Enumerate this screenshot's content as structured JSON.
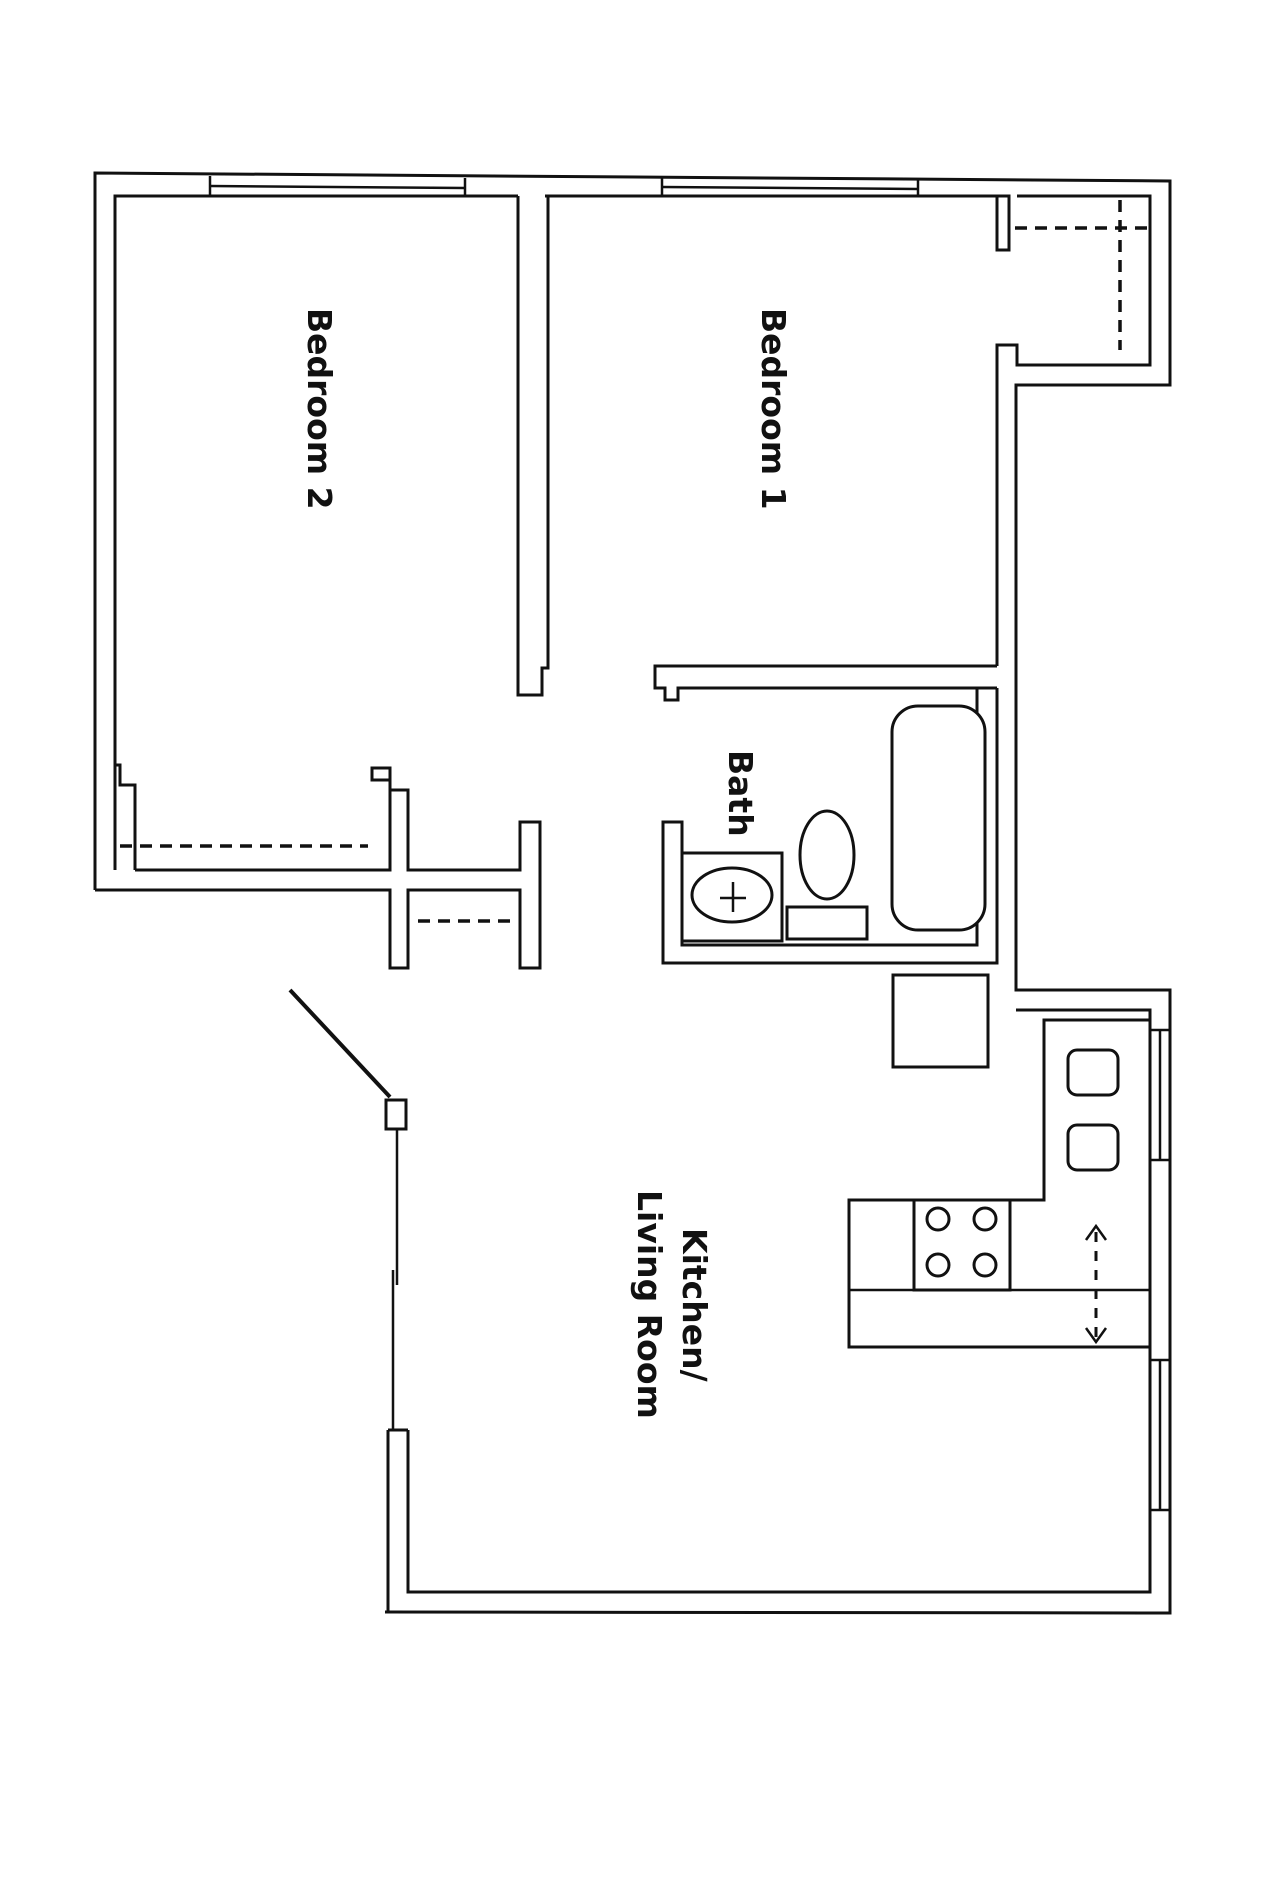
{
  "rooms": {
    "bedroom2": "Bedroom 2",
    "bedroom1": "Bedroom 1",
    "bath": "Bath",
    "kitchen_line1": "Kitchen/",
    "kitchen_line2": "Living Room"
  },
  "colors": {
    "line": "#111111",
    "background": "#ffffff"
  }
}
